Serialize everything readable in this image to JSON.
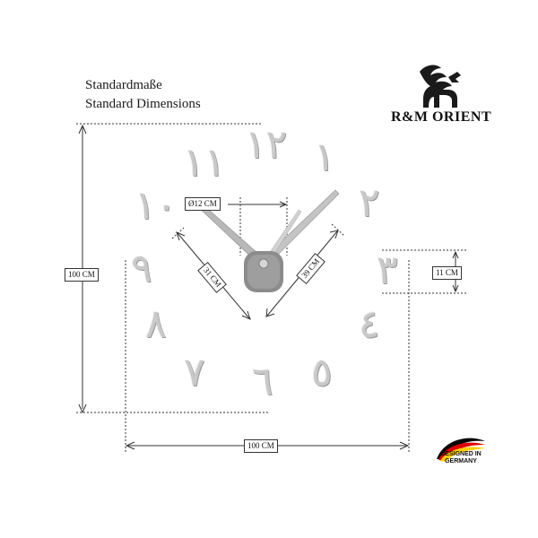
{
  "headings": {
    "line1": "Standardmaße",
    "line2": "Standard Dimensions"
  },
  "brand": {
    "name": "R&M ORIENT",
    "logo_icon": "griffin-logo-icon"
  },
  "numerals": [
    "١٢",
    "١",
    "٢",
    "٣",
    "٤",
    "٥",
    "٦",
    "٧",
    "٨",
    "٩",
    "١٠",
    "١١"
  ],
  "dimensions": {
    "height": "100 CM",
    "width": "100 CM",
    "hub_diameter": "Ø12 CM",
    "short_hand": "31 CM",
    "long_hand": "39 CM",
    "numeral_height": "11 CM"
  },
  "badge": {
    "icon": "germany-flag-swoosh-icon",
    "line1": "DESIGNED IN",
    "line2": "GERMANY",
    "colors": [
      "#000000",
      "#dd0000",
      "#ffce00"
    ]
  },
  "colors": {
    "numeral_silver": "#c9c9c9",
    "hand_silver": "#b8b8b8",
    "hub_gray": "#8c8c8c",
    "dimension_line": "#333333"
  }
}
